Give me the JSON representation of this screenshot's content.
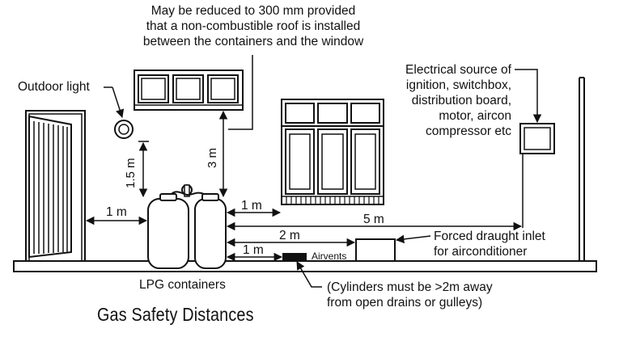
{
  "title": "Gas Safety Distances",
  "notes": {
    "roof": [
      "May be reduced to 300 mm provided",
      "that a non-combustible roof is installed",
      "between the containers and the window"
    ],
    "ignition": [
      "Electrical source of",
      "ignition, switchbox,",
      "distribution board,",
      "motor, aircon",
      "compressor etc"
    ],
    "forced_draught": [
      "Forced draught inlet",
      "for airconditioner"
    ],
    "drains": [
      "(Cylinders must be >2m away",
      "from open drains or gulleys)"
    ]
  },
  "labels": {
    "outdoor_light": "Outdoor light",
    "lpg_containers": "LPG containers",
    "airvents": "Airvents"
  },
  "dimensions": {
    "door_gap": "1 m",
    "light_height": "1.5 m",
    "window_height": "3 m",
    "window_gap": "1 m",
    "ignition_distance": "5 m",
    "inlet_distance": "2 m",
    "airvent_distance": "1 m"
  }
}
